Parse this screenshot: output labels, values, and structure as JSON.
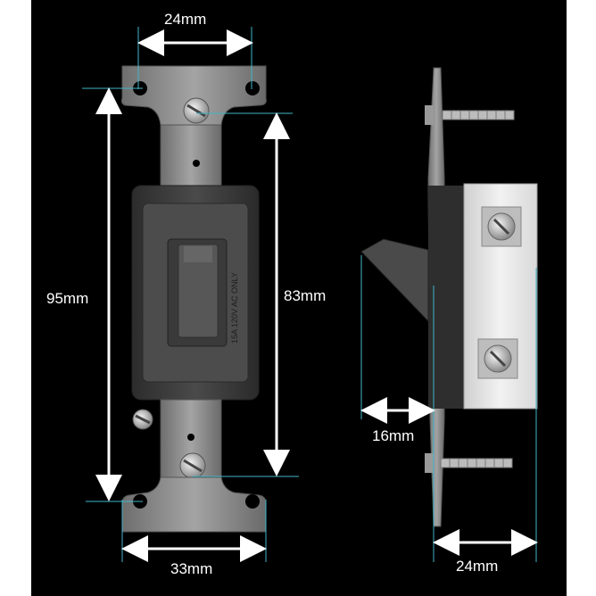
{
  "dimensions": {
    "front_top_width": "24mm",
    "front_height_total": "95mm",
    "front_height_screws": "83mm",
    "front_bottom_width": "33mm",
    "side_toggle_depth": "16mm",
    "side_body_depth": "24mm"
  },
  "rating_text": "15A 120V AC ONLY",
  "colors": {
    "background": "#000000",
    "arrow": "#ffffff",
    "guide_line": "#3fb6c8",
    "strap": "#8c8c8c",
    "body": "#3b3b3b",
    "side_housing": "#e6e6e6"
  }
}
